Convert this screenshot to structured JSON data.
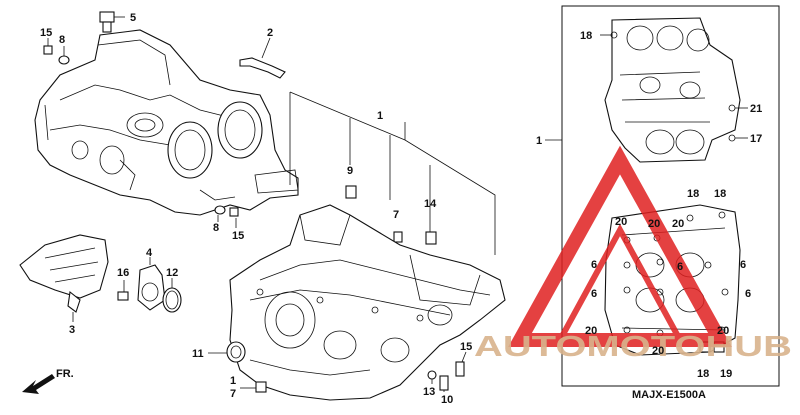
{
  "diagram_code": "MAJX-E1500A",
  "direction_label": "FR.",
  "watermark": {
    "text": "AUTOMOTOHUB",
    "color": "#e02020",
    "shade": "#d9b38c"
  },
  "callouts": {
    "c5": "5",
    "c15a": "15",
    "c8a": "8",
    "c2": "2",
    "c1a": "1",
    "c9": "9",
    "c7a": "7",
    "c14": "14",
    "c8b": "8",
    "c15b": "15",
    "c3": "3",
    "c4": "4",
    "c16": "16",
    "c12": "12",
    "c11": "11",
    "c7b": "7",
    "c13": "13",
    "c10": "10",
    "c15c": "15",
    "c1b": "1",
    "c18a": "18",
    "c21": "21",
    "c17": "17",
    "c18b": "18",
    "c18c": "18",
    "c20a": "20",
    "c20b": "20",
    "c20c": "20",
    "c6a": "6",
    "c6b": "6",
    "c6c": "6",
    "c6d": "6",
    "c6e": "6",
    "c20d": "20",
    "c20e": "20",
    "c20f": "20",
    "c18d": "18",
    "c19": "19"
  }
}
